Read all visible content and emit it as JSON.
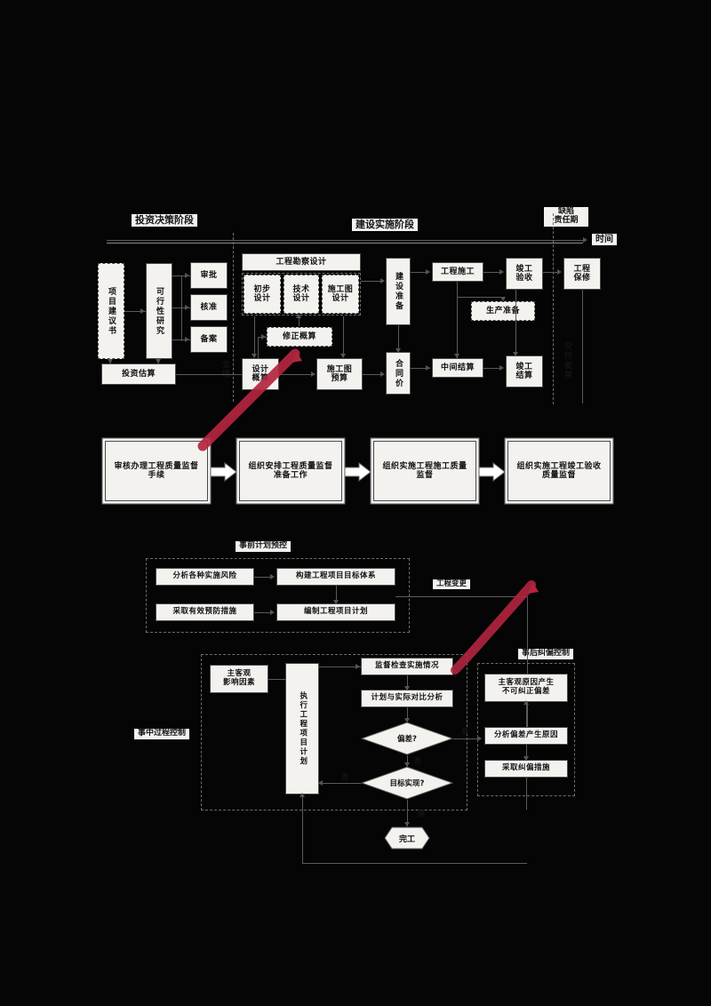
{
  "page": {
    "background_color": "#050505",
    "paper_color": "#f3f1ee",
    "ink_color": "#111111",
    "annotation_color": "#b3253f"
  },
  "diagram_top": {
    "title_phases": [
      {
        "id": "phase-investment",
        "label": "投资决策阶段"
      },
      {
        "id": "phase-construction",
        "label": "建设实施阶段"
      },
      {
        "id": "phase-defect",
        "label": "缺陷\n责任期"
      }
    ],
    "axis_label": "时间",
    "nodes": [
      {
        "id": "project-proposal",
        "label": "项目建议书",
        "style": "dashed-vertical"
      },
      {
        "id": "feasibility-study",
        "label": "可行性研究",
        "style": "vertical"
      },
      {
        "id": "approval",
        "label": "审批"
      },
      {
        "id": "verification",
        "label": "核准"
      },
      {
        "id": "record-filing",
        "label": "备案"
      },
      {
        "id": "investment-estimate",
        "label": "投资估算"
      },
      {
        "id": "project-initiation",
        "label": "立项",
        "style": "vertical-plain"
      },
      {
        "id": "survey-design",
        "label": "工程勘察设计"
      },
      {
        "id": "preliminary-design",
        "label": "初步设计"
      },
      {
        "id": "technical-design",
        "label": "技术设计"
      },
      {
        "id": "construction-drawing-design",
        "label": "施工图设计"
      },
      {
        "id": "revised-budget-estimate",
        "label": "修正概算",
        "style": "dashed"
      },
      {
        "id": "design-budget-estimate",
        "label": "设计概算"
      },
      {
        "id": "construction-drawing-budget",
        "label": "施工图预算"
      },
      {
        "id": "construction-preparation",
        "label": "建设准备",
        "style": "vertical"
      },
      {
        "id": "contract-price",
        "label": "合同价",
        "style": "vertical"
      },
      {
        "id": "engineering-construction",
        "label": "工程施工"
      },
      {
        "id": "production-preparation",
        "label": "生产准备",
        "style": "dashed"
      },
      {
        "id": "interim-settlement",
        "label": "中间结算"
      },
      {
        "id": "completion-acceptance",
        "label": "竣工验收"
      },
      {
        "id": "completion-settlement",
        "label": "竣工结算"
      },
      {
        "id": "engineering-warranty",
        "label": "工程保修"
      },
      {
        "id": "delivery-use",
        "label": "交付使用",
        "style": "vertical-plain"
      }
    ]
  },
  "diagram_middle": {
    "steps": [
      {
        "id": "step-1",
        "label": "审核办理工程质量监督手续"
      },
      {
        "id": "step-2",
        "label": "组织安排工程质量监督准备工作"
      },
      {
        "id": "step-3",
        "label": "组织实施工程施工质量监督"
      },
      {
        "id": "step-4",
        "label": "组织实施工程竣工验收质量监督"
      }
    ]
  },
  "diagram_bottom": {
    "group_labels": [
      {
        "id": "pre-planning-control",
        "label": "事前计划预控"
      },
      {
        "id": "in-process-control",
        "label": "事中过程控制"
      },
      {
        "id": "post-correction-control",
        "label": "事后纠偏控制"
      }
    ],
    "nodes": [
      {
        "id": "analyze-risks",
        "label": "分析各种实施风险"
      },
      {
        "id": "build-objective-system",
        "label": "构建工程项目目标体系"
      },
      {
        "id": "take-preventive-measures",
        "label": "采取有效预防措施"
      },
      {
        "id": "compile-project-plan",
        "label": "编制工程项目计划"
      },
      {
        "id": "engineering-change",
        "label": "工程变更"
      },
      {
        "id": "subjective-objective-factors",
        "label": "主客观影响因素"
      },
      {
        "id": "execute-project-plan",
        "label": "执行工程项目计划"
      },
      {
        "id": "supervise-implementation",
        "label": "监督检查实施情况"
      },
      {
        "id": "plan-vs-actual",
        "label": "计划与实际对比分析"
      },
      {
        "id": "deviation-decision",
        "label": "偏差?",
        "shape": "diamond"
      },
      {
        "id": "goal-achieved-decision",
        "label": "目标实现?",
        "shape": "diamond"
      },
      {
        "id": "uncorrectable-deviation",
        "label": "主客观原因产生不可纠正偏差"
      },
      {
        "id": "analyze-deviation-cause",
        "label": "分析偏差产生原因"
      },
      {
        "id": "take-corrective-measures",
        "label": "采取纠偏措施"
      },
      {
        "id": "completion",
        "label": "完工",
        "shape": "hexagon"
      }
    ],
    "edge_labels": [
      {
        "id": "yes-deviation",
        "label": "是"
      },
      {
        "id": "no-deviation",
        "label": "否"
      },
      {
        "id": "no-goal",
        "label": "否"
      },
      {
        "id": "yes-goal",
        "label": "是"
      }
    ]
  }
}
